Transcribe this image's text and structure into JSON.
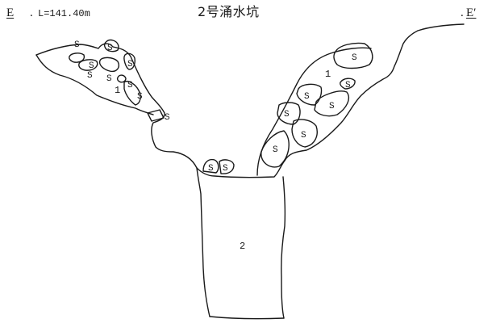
{
  "header": {
    "left_marker": "E",
    "left_dot": ".",
    "length_label": "L=141.40m",
    "title": "2号涌水坑",
    "right_dot": ".",
    "right_marker": "E′"
  },
  "labels": {
    "stone": "S",
    "fill_zone": "1",
    "water_pit_fill": "2"
  }
}
